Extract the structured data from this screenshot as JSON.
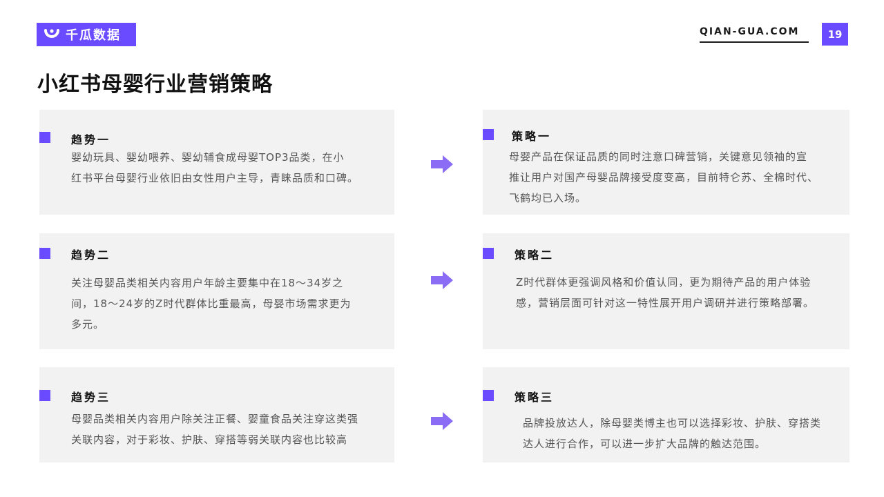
{
  "brand": {
    "name": "千瓜数据",
    "site": "QIAN-GUA.COM",
    "page": "19",
    "accent": "#6a4bff"
  },
  "title": "小红书母婴行业营销策略",
  "trends": [
    {
      "heading": "趋势一",
      "lines": [
        "婴幼玩具、婴幼喂养、婴幼辅食成母婴TOP3品类，在小",
        "红书平台母婴行业依旧由女性用户主导，青睐品质和口碑。"
      ]
    },
    {
      "heading": "趋势二",
      "lines": [
        "关注母婴品类相关内容用户年龄主要集中在18～34岁之",
        "间，18～24岁的Z时代群体比重最高，母婴市场需求更为",
        "多元。"
      ]
    },
    {
      "heading": "趋势三",
      "lines": [
        "母婴品类相关内容用户除关注正餐、婴童食品关注穿这类强",
        "关联内容，对于彩妆、护肤、穿搭等弱关联内容也比较高"
      ]
    }
  ],
  "strategies": [
    {
      "heading": "策略一",
      "lines": [
        "母婴产品在保证品质的同时注意口碑营销，关键意见领袖的宣",
        "推让用户对国产母婴品牌接受度变高，目前特仑苏、全棉时代、",
        "飞鹤均已入场。"
      ]
    },
    {
      "heading": "策略二",
      "lines": [
        "Z时代群体更强调风格和价值认同，更为期待产品的用户体验",
        "感，营销层面可针对这一特性展开用户调研并进行策略部署。"
      ]
    },
    {
      "heading": "策略三",
      "lines": [
        "品牌投放达人，除母婴类博主也可以选择彩妆、护肤、穿搭类",
        "达人进行合作，可以进一步扩大品牌的触达范围。"
      ]
    }
  ]
}
